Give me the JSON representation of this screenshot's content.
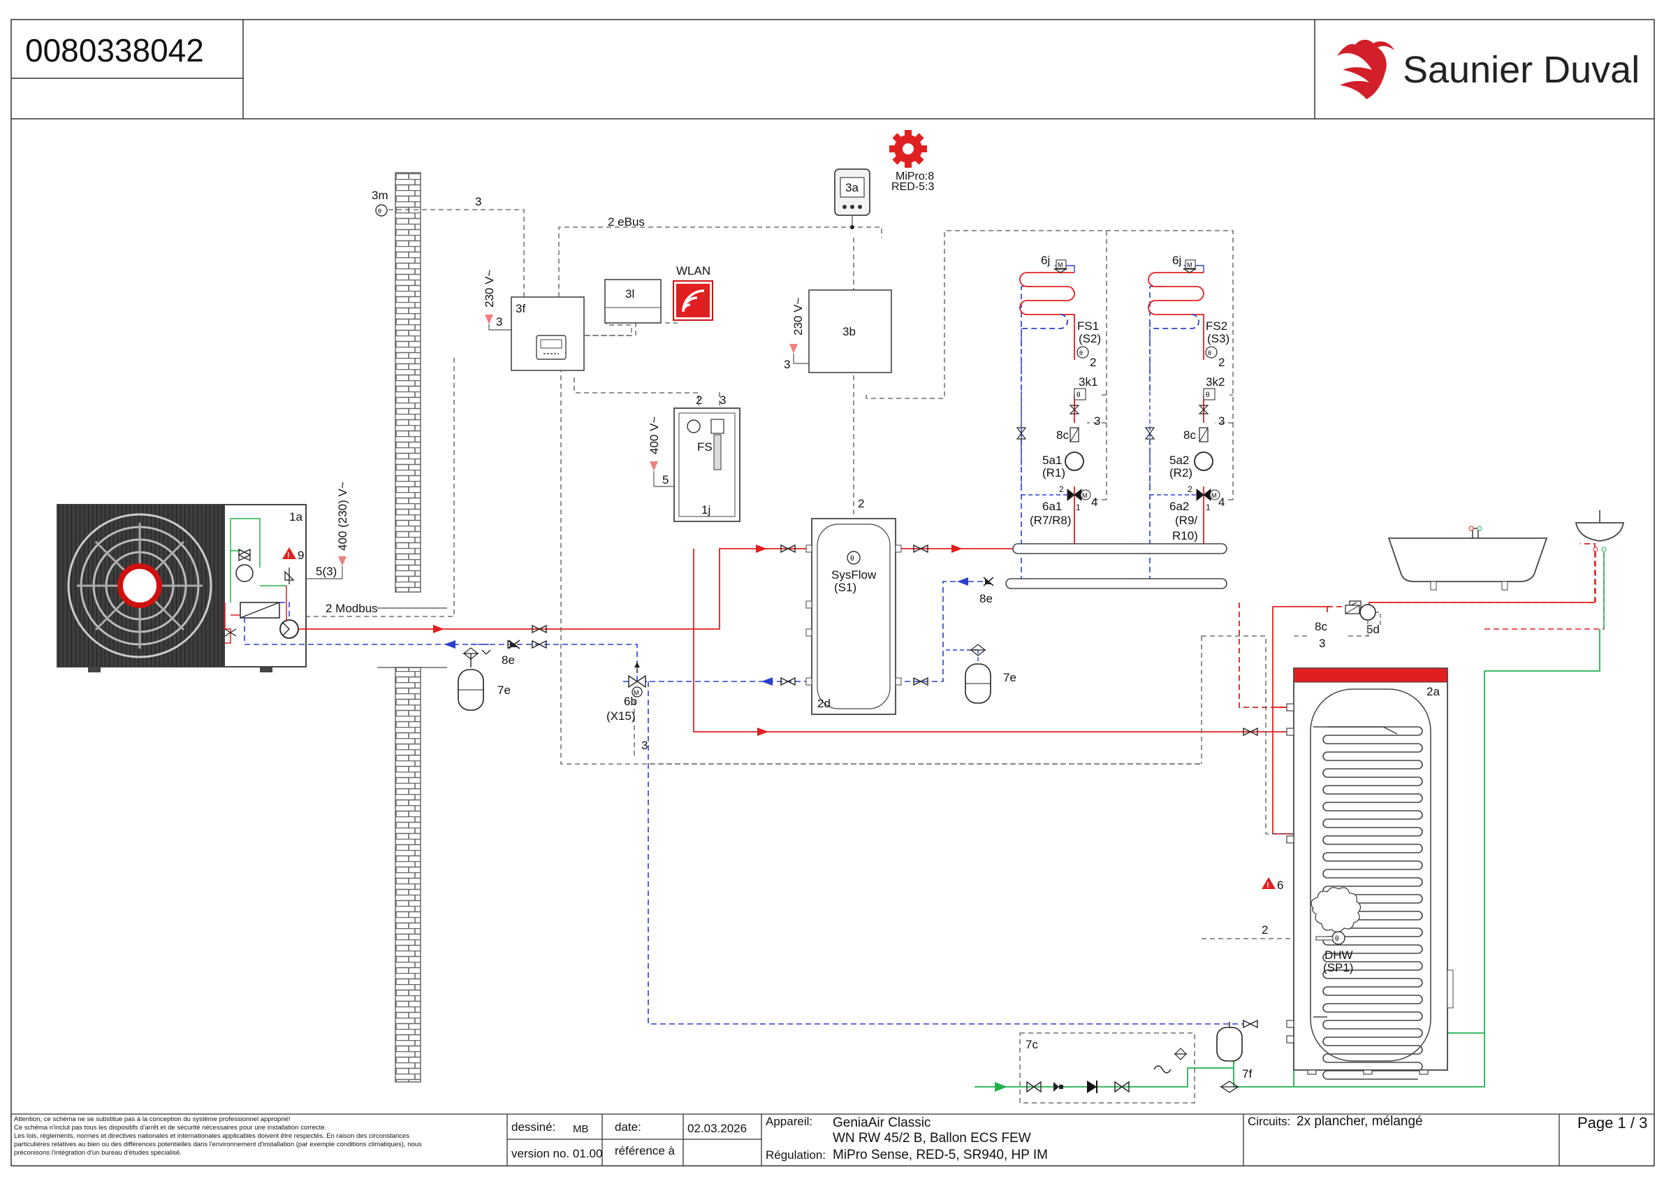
{
  "header": {
    "doc_number": "0080338042",
    "brand": "Saunier Duval"
  },
  "colors": {
    "flow": "#e02020",
    "return": "#2b3fcf",
    "wiring": "#555555",
    "cold_water": "#22b14c",
    "wall": "#6d6d6d",
    "accent": "#e02020"
  },
  "labels": {
    "wlan": "WLAN",
    "mipro_1": "MiPro:8",
    "mipro_2": "RED-5:3",
    "c_3m": "3m",
    "c_3a": "3a",
    "c_3b": "3b",
    "c_3f": "3f",
    "c_3l": "3l",
    "c_1a": "1a",
    "c_1j": "1j",
    "fs": "FS",
    "c_2d": "2d",
    "c_2a": "2a",
    "c_7c": "7c",
    "c_7f": "7f",
    "c_7e_l": "7e",
    "c_7e_r": "7e",
    "c_8e_l": "8e",
    "c_8e_r": "8e",
    "c_8c_d": "8c",
    "c_5d": "5d",
    "c_6b": "6b",
    "c_x15": "(X15)",
    "warn9": "9",
    "warn6": "6",
    "sysflow": "SysFlow",
    "s1": "(S1)",
    "dhw": "DHW",
    "sp1": "(SP1)",
    "eBus": "2 eBus",
    "modbus": "2 Modbus",
    "v230_3f": "230 V~",
    "v230_3b": "230 V~",
    "v400_1j": "400 V~",
    "v400_1a": "400 (230) V~",
    "n_3_3m": "3",
    "n_3_3f": "3",
    "n_3_3b": "3",
    "n_2_1j": "2",
    "n_3_1j": "3",
    "n_5_1j": "5",
    "n_5_3": "5(3)",
    "n_2_2d": "2",
    "n_3_6b": "3",
    "n_2_dhw": "2",
    "n_3_8c": "3",
    "c1": {
      "fs": "FS1",
      "s": "(S2)",
      "n2": "2",
      "k": "3k1",
      "c8": "8c",
      "n3": "3",
      "pump": "5a1",
      "r": "(R1)",
      "mix": "6a1",
      "rr": "(R7/R8)",
      "p2": "2",
      "p1": "1",
      "p4": "4",
      "j": "6j"
    },
    "c2": {
      "fs": "FS2",
      "s": "(S3)",
      "n2": "2",
      "k": "3k2",
      "c8": "8c",
      "n3": "3",
      "pump": "5a2",
      "r": "(R2)",
      "mix": "6a2",
      "rr1": "(R9/",
      "rr2": "R10)",
      "p2": "2",
      "p1": "1",
      "p4": "4",
      "j": "6j"
    }
  },
  "footer": {
    "disclaimer": [
      "Attention, ce schéma ne se substitue pas à la conception du système professionnel approprié!",
      "Ce schéma n'inclut pas tous les dispositifs d'arrêt et de sécurité nécessaires pour une installation correcte.",
      "Les lois, règlements, normes et directives nationales et internationales applicables doivent être respectés. En raison des circonstances",
      "particulières relatives au bien ou des différences potentielles dans l'environnement d'installation (par exemple conditions climatiques), nous",
      "préconisons l'intégration d'un bureau d'études spécialisé."
    ],
    "drawn_label": "dessiné:",
    "drawn_value": "MB",
    "date_label": "date:",
    "date_value": "02.03.2026",
    "version_label": "version no. 01.00",
    "reference_label": "référence à",
    "appareil_label": "Appareil:",
    "appareil_value_1": "GeniaAir Classic",
    "appareil_value_2": "WN RW 45/2 B, Ballon ECS FEW",
    "regulation_label": "Régulation:",
    "regulation_value": "MiPro Sense, RED-5, SR940, HP IM",
    "circuits_label": "Circuits:",
    "circuits_value": "2x plancher, mélangé",
    "page": "Page 1 / 3"
  }
}
